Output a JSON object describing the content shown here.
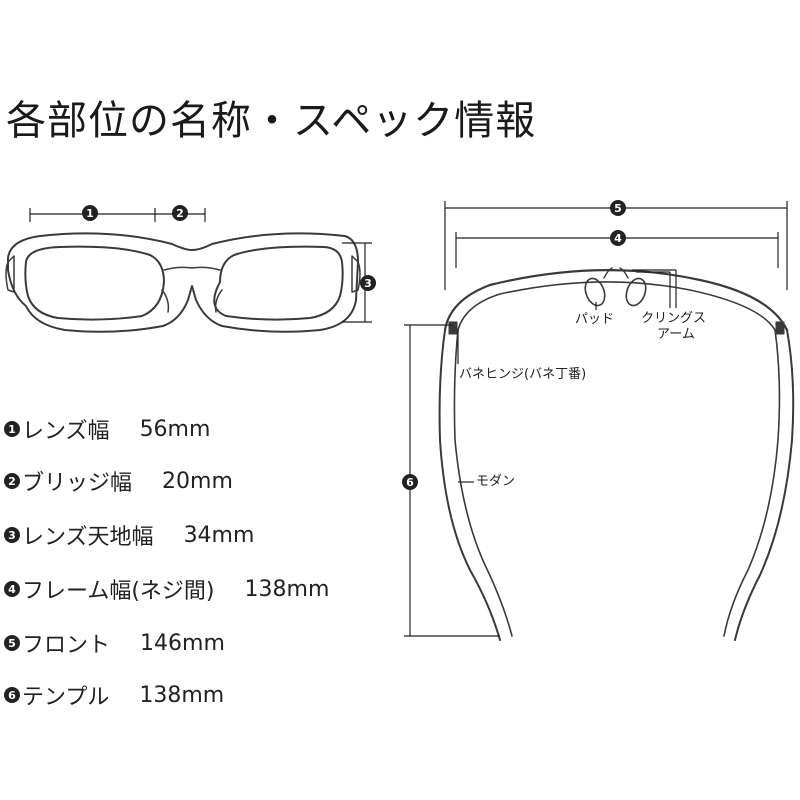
{
  "title": "各部位の名称・スペック情報",
  "callouts": [
    "1",
    "2",
    "3",
    "4",
    "5",
    "6"
  ],
  "specs": [
    {
      "num": "1",
      "label": "レンズ幅",
      "value": "56mm"
    },
    {
      "num": "2",
      "label": "ブリッジ幅",
      "value": "20mm"
    },
    {
      "num": "3",
      "label": "レンズ天地幅",
      "value": "34mm"
    },
    {
      "num": "4",
      "label": "フレーム幅(ネジ間)",
      "value": "138mm"
    },
    {
      "num": "5",
      "label": "フロント",
      "value": "146mm"
    },
    {
      "num": "6",
      "label": "テンプル",
      "value": "138mm"
    }
  ],
  "parts": {
    "pad": "パッド",
    "clings_arm_1": "クリングス",
    "clings_arm_2": "アーム",
    "hinge": "バネヒンジ(バネ丁番)",
    "modern": "モダン"
  },
  "colors": {
    "line": "#222222",
    "frame": "#3a3a3a",
    "badge": "#222222"
  }
}
